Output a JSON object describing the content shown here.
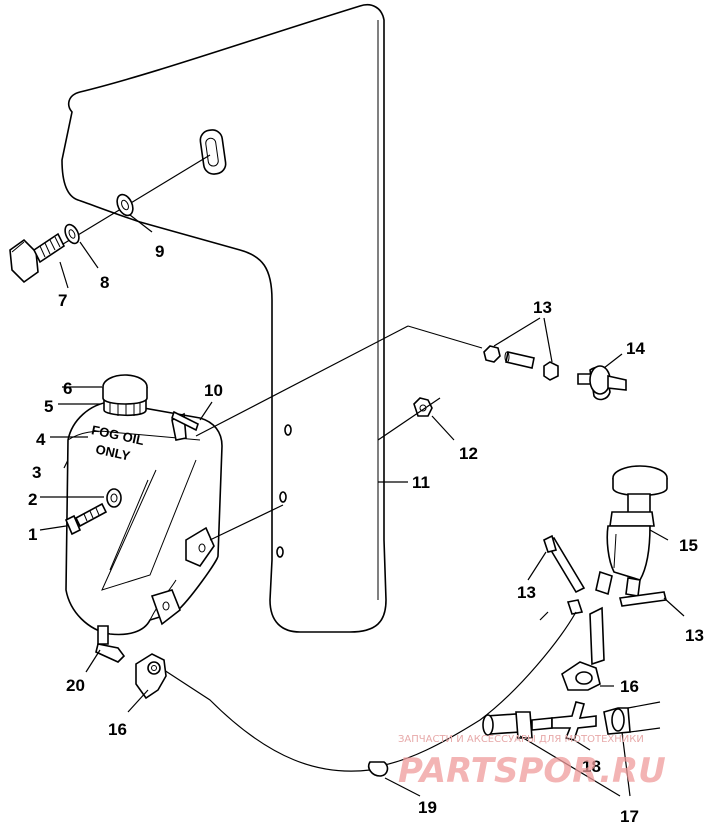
{
  "callouts": {
    "c1": "1",
    "c2": "2",
    "c3": "3",
    "c4": "4",
    "c5": "5",
    "c6": "6",
    "c7": "7",
    "c8": "8",
    "c9": "9",
    "c10": "10",
    "c11": "11",
    "c12": "12",
    "c13a": "13",
    "c13b": "13",
    "c13c": "13",
    "c14": "14",
    "c15": "15",
    "c16a": "16",
    "c16b": "16",
    "c17": "17",
    "c18": "18",
    "c19": "19",
    "c20": "20"
  },
  "tank_label": {
    "line1": "FOG OIL",
    "line2": "ONLY"
  },
  "watermark": {
    "tagline": "ЗАПЧАСТИ И АКСЕССУАРЫ ДЛЯ МОТОТЕХНИКИ",
    "brand": "PARTSPOR.RU",
    "color": "#ef9b9b"
  }
}
